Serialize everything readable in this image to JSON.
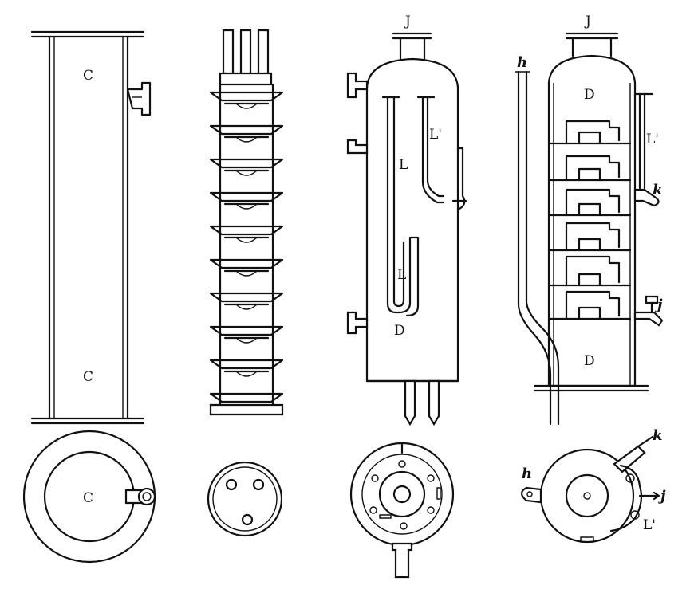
{
  "figure": {
    "background": "#ffffff",
    "ink": "#111111"
  },
  "labels": {
    "tube_top": "C",
    "tube_bottom": "C",
    "tube_plan": "C",
    "still_inlet": "J",
    "still_tube_l_upper": "L",
    "still_tube_l_prime": "L'",
    "still_tube_l_lower": "L",
    "still_base": "D",
    "column_inlet": "J",
    "column_top": "D",
    "column_bottom": "D",
    "column_pipe": "h",
    "column_tube_l_prime": "L'",
    "column_tap_k": "k",
    "column_tap_j": "j",
    "plan_h": "h",
    "plan_k": "k",
    "plan_j": "j",
    "plan_l_prime": "L'"
  }
}
